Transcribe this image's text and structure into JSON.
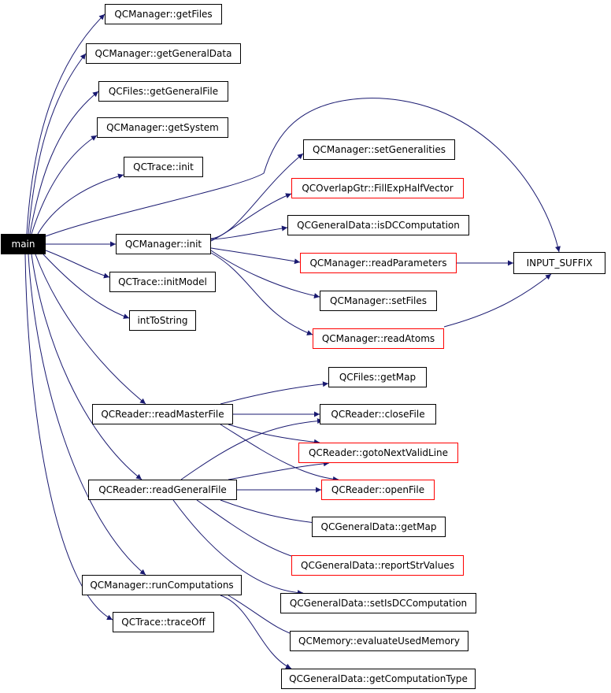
{
  "colors": {
    "edge": "#191970",
    "node_border": "#000000",
    "highlight_border": "#ff0000",
    "root_fill": "#000000",
    "root_text": "#ffffff"
  },
  "nodes": {
    "main": "main",
    "getFiles": "QCManager::getFiles",
    "getGeneralData": "QCManager::getGeneralData",
    "getGeneralFile": "QCFiles::getGeneralFile",
    "getSystem": "QCManager::getSystem",
    "traceInit": "QCTrace::init",
    "setGeneralities": "QCManager::setGeneralities",
    "fillExpHalfVector": "QCOverlapGtr::FillExpHalfVector",
    "managerInit": "QCManager::init",
    "isDCComputation": "QCGeneralData::isDCComputation",
    "readParameters": "QCManager::readParameters",
    "inputSuffix": "INPUT_SUFFIX",
    "initModel": "QCTrace::initModel",
    "setFiles": "QCManager::setFiles",
    "intToString": "intToString",
    "readAtoms": "QCManager::readAtoms",
    "filesGetMap": "QCFiles::getMap",
    "readMasterFile": "QCReader::readMasterFile",
    "closeFile": "QCReader::closeFile",
    "gotoNextValidLine": "QCReader::gotoNextValidLine",
    "readGeneralFile": "QCReader::readGeneralFile",
    "openFile": "QCReader::openFile",
    "generalDataGetMap": "QCGeneralData::getMap",
    "reportStrValues": "QCGeneralData::reportStrValues",
    "runComputations": "QCManager::runComputations",
    "setIsDCComputation": "QCGeneralData::setIsDCComputation",
    "traceOff": "QCTrace::traceOff",
    "evaluateUsedMemory": "QCMemory::evaluateUsedMemory",
    "getComputationType": "QCGeneralData::getComputationType"
  },
  "highlighted": [
    "fillExpHalfVector",
    "readParameters",
    "readAtoms",
    "gotoNextValidLine",
    "openFile",
    "reportStrValues"
  ]
}
